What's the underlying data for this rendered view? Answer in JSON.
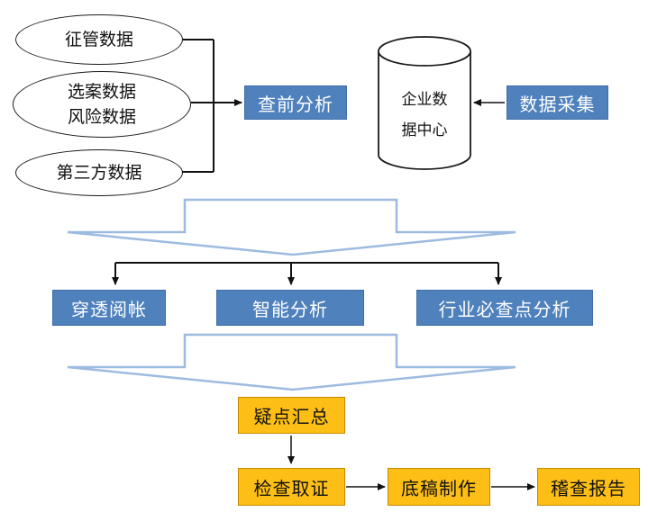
{
  "sources": {
    "collection": "征管数据",
    "selection_line1": "选案数据",
    "selection_line2": "风险数据",
    "third_party": "第三方数据"
  },
  "steps": {
    "pre_analysis": "查前分析",
    "data_collection": "数据采集",
    "penetrate": "穿透阅帐",
    "smart_analysis": "智能分析",
    "industry_analysis": "行业必查点分析",
    "suspect_summary": "疑点汇总",
    "evidence": "检查取证",
    "draft": "底稿制作",
    "report": "稽查报告"
  },
  "data_center": {
    "line1": "企业数",
    "line2": "据中心"
  },
  "colors": {
    "blue": "#4f81bd",
    "orange": "#fdbf16",
    "big_arrow_outline": "#9dbbe0"
  }
}
